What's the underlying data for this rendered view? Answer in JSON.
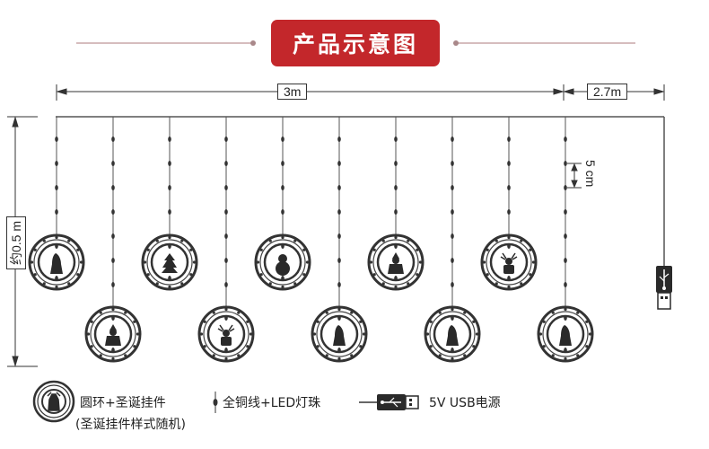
{
  "header": {
    "title": "产品示意图"
  },
  "dimensions": {
    "main_length": "3m",
    "lead_length": "2.7m",
    "height": "约0.5 m",
    "spacing": "5 cm"
  },
  "colors": {
    "accent": "#c3272b",
    "line": "#555555",
    "ring": "#333333"
  },
  "ornaments": {
    "top_row": [
      "bell-icon",
      "tree-icon",
      "snowman-icon",
      "santa-icon",
      "reindeer-icon"
    ],
    "bottom_row": [
      "santa-icon",
      "reindeer-icon",
      "bell-icon",
      "bell-icon",
      "bell-icon"
    ]
  },
  "legend": {
    "ring_label": "圆环+圣诞挂件",
    "ring_note": "(圣诞挂件样式随机)",
    "wire_label": "全铜线+LED灯珠",
    "usb_label": "5V USB电源"
  }
}
